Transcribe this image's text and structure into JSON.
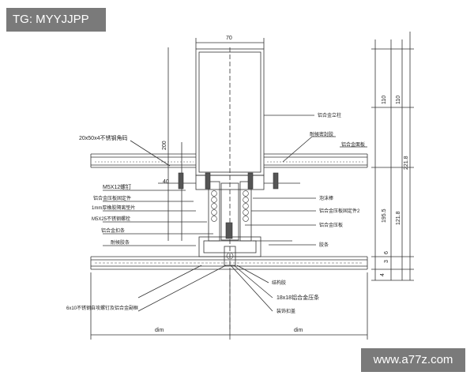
{
  "watermarks": {
    "top_left": "TG: MYYJJPP",
    "bottom_right": "www.a77z.com"
  },
  "drawing": {
    "top_dimension": "70",
    "left_vertical_dimension": "200",
    "left_small_dimension": "40",
    "right_dimensions": {
      "d110a": "110",
      "d110b": "110",
      "d221_8": "221.8",
      "d195_5": "195.5",
      "d121_8": "121.8",
      "d4": "4",
      "d3": "3",
      "d6": "6"
    },
    "bottom_dimensions": {
      "left": "dim",
      "right": "dim"
    },
    "left_labels": {
      "screw_top": "20x50x4不锈钢角码",
      "m5x12": "M5X12螺钉",
      "aluminum_strip": "铝合金压板固定件",
      "gasket_1mm": "1mm厚橡胶隔离垫片",
      "m5x25": "M5X25不锈钢螺栓",
      "aluminum_buckle": "铝合金扣条",
      "rubber_strip": "耐候胶条",
      "bottom_bolt": "6x10不锈钢自攻螺钉及铝合金副框"
    },
    "right_labels": {
      "al_column": "铝合金立柱",
      "sealant": "耐候密封胶",
      "al_panel": "铝合金面板",
      "foam_rod": "泡沫棒",
      "al_strip2": "铝合金压板固定件2",
      "al_cover": "铝合金压板",
      "gasket": "胶条",
      "structural_glue": "结构胶",
      "glass_18": "18x18铝合金压条",
      "mid_cap": "装饰扣盖"
    }
  }
}
